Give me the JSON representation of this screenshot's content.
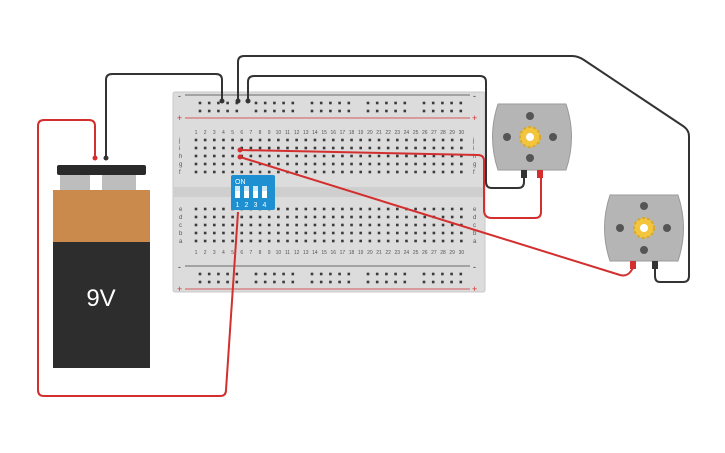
{
  "battery": {
    "label": "9V",
    "case_color": "#2d2d2d",
    "top_color": "#c98a4b"
  },
  "breadboard": {
    "columns": [
      "1",
      "2",
      "3",
      "4",
      "5",
      "6",
      "7",
      "8",
      "9",
      "10",
      "11",
      "12",
      "13",
      "14",
      "15",
      "16",
      "17",
      "18",
      "19",
      "20",
      "21",
      "22",
      "23",
      "24",
      "25",
      "26",
      "27",
      "28",
      "29",
      "30"
    ],
    "rows_top": [
      "j",
      "i",
      "h",
      "g",
      "f"
    ],
    "rows_bottom": [
      "e",
      "d",
      "c",
      "b",
      "a"
    ],
    "rail_minus": "-",
    "rail_plus": "+"
  },
  "dip_switch": {
    "on_label": "ON",
    "switch_numbers": [
      "1",
      "2",
      "3",
      "4"
    ],
    "body_color": "#1e8fd0"
  },
  "motors": [
    {
      "id": "motor-1"
    },
    {
      "id": "motor-2"
    }
  ],
  "wire_colors": {
    "red": "#d32f2f",
    "black": "#333333"
  }
}
